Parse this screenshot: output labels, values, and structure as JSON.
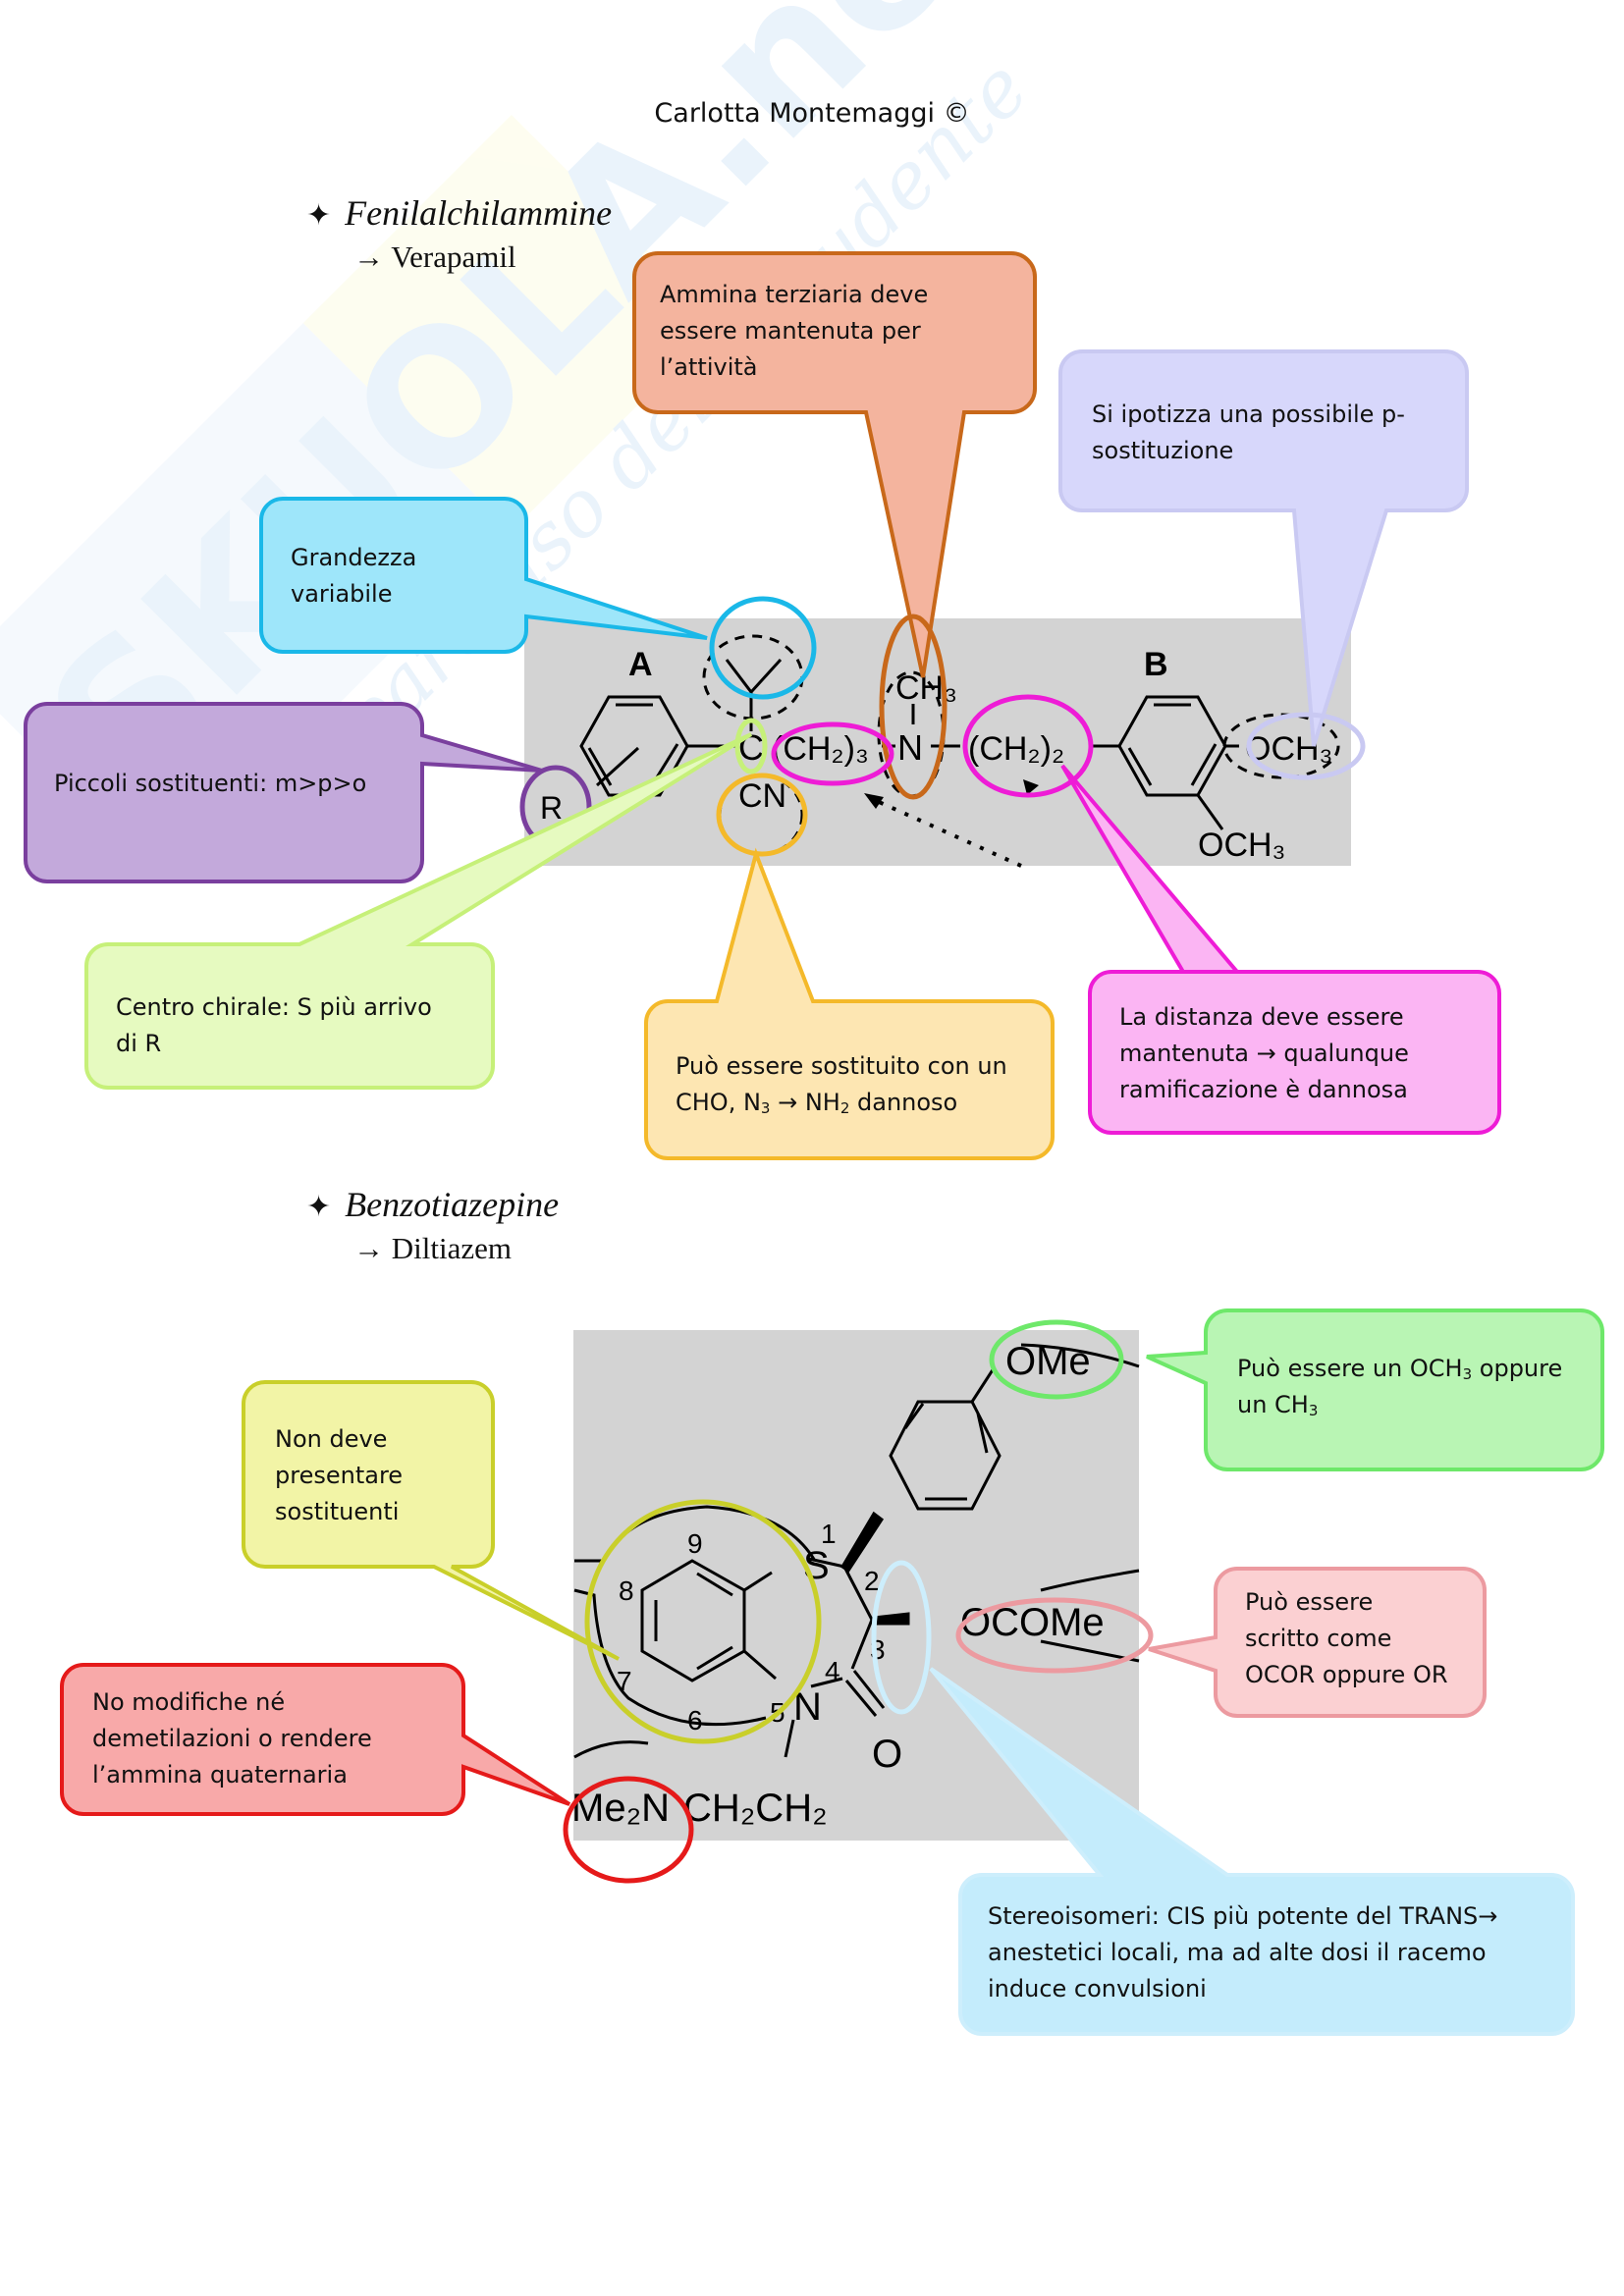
{
  "header": {
    "author": "Carlotta Montemaggi ©"
  },
  "watermark": {
    "brand": "SKUOLA.net",
    "tagline": "il paradiso dello studente"
  },
  "sections": [
    {
      "bullet_icon": "four-point-star-icon",
      "title": "Fenilalchilammine",
      "drug": "→ Verapamil",
      "structure_labels": {
        "ring_a": "A",
        "ring_b": "B",
        "substituent_r": "R",
        "chiral_carbon": "C",
        "chain_3": "(CH₂)₃",
        "n_methyl": "CH₃",
        "nitrogen": "N",
        "chain_2": "(CH₂)₂",
        "para_methoxy": "OCH₃",
        "meta_methoxy": "OCH₃",
        "nitrile": "CN"
      },
      "callouts": [
        {
          "id": "ammina",
          "text": "Ammina terziaria deve\nessere mantenuta per\nl’attività",
          "color": "#c8681a",
          "fill": "#f4b49e"
        },
        {
          "id": "para",
          "text": "Si ipotizza una possibile p-\nsostituzione",
          "color": "#c9c9f2",
          "fill": "#d7d7fb"
        },
        {
          "id": "grandezza",
          "text": "Grandezza\nvariabile",
          "color": "#1ab8e8",
          "fill": "#9ee6fa"
        },
        {
          "id": "piccoli",
          "text": "Piccoli sostituenti: m>p>o",
          "color": "#7a3f9e",
          "fill": "#c3a9db"
        },
        {
          "id": "chirale",
          "text": "Centro chirale: S più arrivo\ndi R",
          "color": "#c6f079",
          "fill": "#e6fac0"
        },
        {
          "id": "cn",
          "text_parts": [
            "Può essere sostituito con un\nCHO, N",
            "3",
            " → NH",
            "2",
            " dannoso"
          ],
          "color": "#f4b92a",
          "fill": "#fde6b2"
        },
        {
          "id": "distanza",
          "text": "La distanza deve essere\nmantenuta → qualunque\nramificazione è dannosa",
          "color": "#ee1cd6",
          "fill": "#fbb5f3"
        }
      ]
    },
    {
      "bullet_icon": "four-point-star-icon",
      "title": "Benzotiazepine",
      "drug": "→ Diltiazem",
      "structure_labels": {
        "ome": "OMe",
        "sulfur": "S",
        "ocome": "OCOMe",
        "nitrogen": "N",
        "oxygen": "O",
        "side_chain_me2n": "Me₂N",
        "side_chain_rest": "CH₂CH₂",
        "positions": [
          "1",
          "2",
          "3",
          "4",
          "5",
          "6",
          "7",
          "8",
          "9"
        ]
      },
      "callouts": [
        {
          "id": "ome",
          "text_parts": [
            "Può essere un OCH",
            "3",
            " oppure\nun CH",
            "3",
            ""
          ],
          "color": "#6ee86a",
          "fill": "#b9f5b4"
        },
        {
          "id": "nosost",
          "text": "Non deve\npresentare\nsostituenti",
          "color": "#c9cf2a",
          "fill": "#f2f4a6"
        },
        {
          "id": "ocome",
          "text": "Può essere\nscritto come\nOCOR oppure OR",
          "color": "#ec9aa0",
          "fill": "#fbd0d2"
        },
        {
          "id": "amina",
          "text": "No modifiche né\ndemetilazioni o rendere\nl’ammina quaternaria",
          "color": "#e51a1a",
          "fill": "#f8a9a9"
        },
        {
          "id": "stereo",
          "text": "Stereoisomeri: CIS più potente del TRANS→\nanestetici locali, ma ad alte dosi il racemo\ninduce convulsioni",
          "color": "#cdeefc",
          "fill": "#c4ecfc"
        }
      ]
    }
  ]
}
